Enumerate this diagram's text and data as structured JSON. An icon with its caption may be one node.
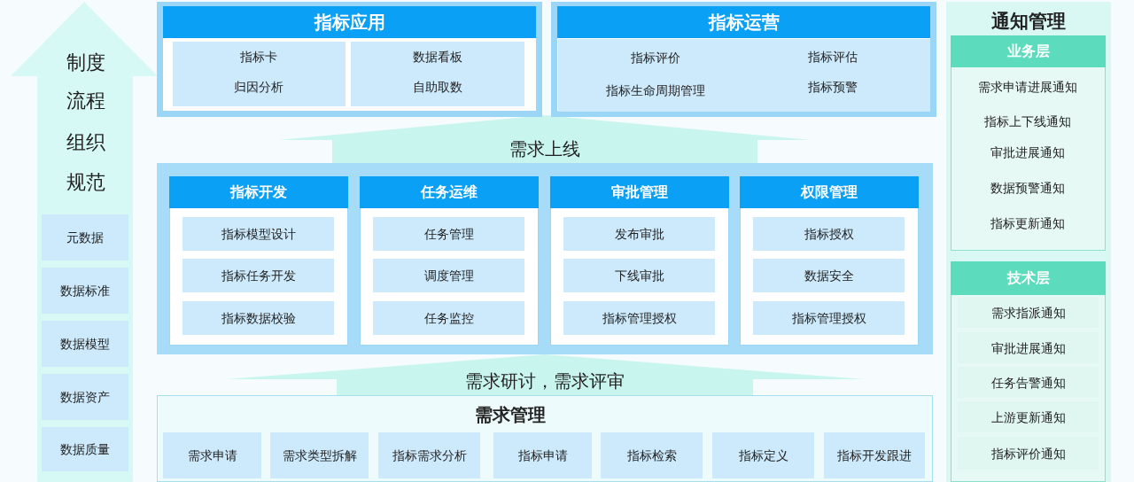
{
  "diagram": {
    "nodes": [
      {
        "text": [
          "制度",
          "流程",
          "组织",
          "规范"
        ]
      },
      {
        "text": [
          "元数据"
        ],
        "in": 0
      },
      {
        "text": [
          "数据标准"
        ],
        "in": 0
      },
      {
        "text": [
          "数据模型"
        ],
        "in": 0
      },
      {
        "text": [
          "数据资产"
        ],
        "in": 0
      },
      {
        "text": [
          "数据质量"
        ],
        "in": 0
      },
      {
        "text": [
          "指标应用"
        ]
      },
      {
        "text": [
          "指标卡",
          "归因分析"
        ],
        "in": 6
      },
      {
        "text": [
          "数据看板",
          "自助取数"
        ],
        "in": 6
      },
      {
        "text": [
          "指标运营"
        ]
      },
      {
        "text": [
          "指标评价",
          "指标评估",
          "指标生命周期管理",
          "指标预警"
        ],
        "in": 9
      },
      {
        "text": [
          "通知管理"
        ]
      },
      {
        "text": [
          "业务层",
          "需求申请进展通知",
          "指标上下线通知",
          "审批进展通知",
          "数据预警通知",
          "指标更新通知"
        ],
        "in": 11
      },
      {
        "text": [
          "技术层"
        ],
        "in": 11
      },
      {
        "text": [
          "需求指派通知"
        ],
        "in": 13
      },
      {
        "text": [
          "审批进展通知"
        ],
        "in": 13
      },
      {
        "text": [
          "任务告警通知"
        ],
        "in": 13
      },
      {
        "text": [
          "上游更新通知"
        ],
        "in": 13
      },
      {
        "text": [
          "指标评价通知"
        ],
        "in": 13
      },
      {
        "text": [],
        "shape": "box"
      },
      {
        "text": [
          "指标开发"
        ],
        "in": 19
      },
      {
        "text": [
          "指标模型设计"
        ],
        "in": 20
      },
      {
        "text": [
          "指标任务开发"
        ],
        "in": 20
      },
      {
        "text": [
          "指标数据校验"
        ],
        "in": 20
      },
      {
        "text": [
          "任务运维"
        ],
        "in": 19
      },
      {
        "text": [
          "任务管理"
        ],
        "in": 24
      },
      {
        "text": [
          "调度管理"
        ],
        "in": 24
      },
      {
        "text": [
          "任务监控"
        ],
        "in": 24
      },
      {
        "text": [
          "审批管理"
        ],
        "in": 19
      },
      {
        "text": [
          "发布审批"
        ],
        "in": 28
      },
      {
        "text": [
          "下线审批"
        ],
        "in": 28
      },
      {
        "text": [
          "指标管理授权"
        ],
        "in": 28
      },
      {
        "text": [
          "权限管理"
        ],
        "in": 19
      },
      {
        "text": [
          "指标授权"
        ],
        "in": 32
      },
      {
        "text": [
          "数据安全"
        ],
        "in": 32
      },
      {
        "text": [
          "指标管理授权"
        ],
        "in": 32
      },
      {
        "text": [
          "需求管理"
        ]
      },
      {
        "text": [
          "需求申请"
        ],
        "in": 36
      },
      {
        "text": [
          "需求类型拆解"
        ],
        "in": 36
      },
      {
        "text": [
          "指标需求分析"
        ],
        "in": 36
      },
      {
        "text": [
          "指标申请"
        ],
        "in": 36
      },
      {
        "text": [
          "指标检索"
        ],
        "in": 36
      },
      {
        "text": [
          "指标定义"
        ],
        "in": 36
      },
      {
        "text": [
          "指标开发跟进"
        ],
        "in": 36
      }
    ],
    "edges": [
      {
        "from": 19,
        "to": null,
        "arrow": "to",
        "label": "需求上线"
      },
      {
        "from": 36,
        "to": 19,
        "arrow": "to",
        "label": "需求研讨，需求评审"
      }
    ]
  }
}
